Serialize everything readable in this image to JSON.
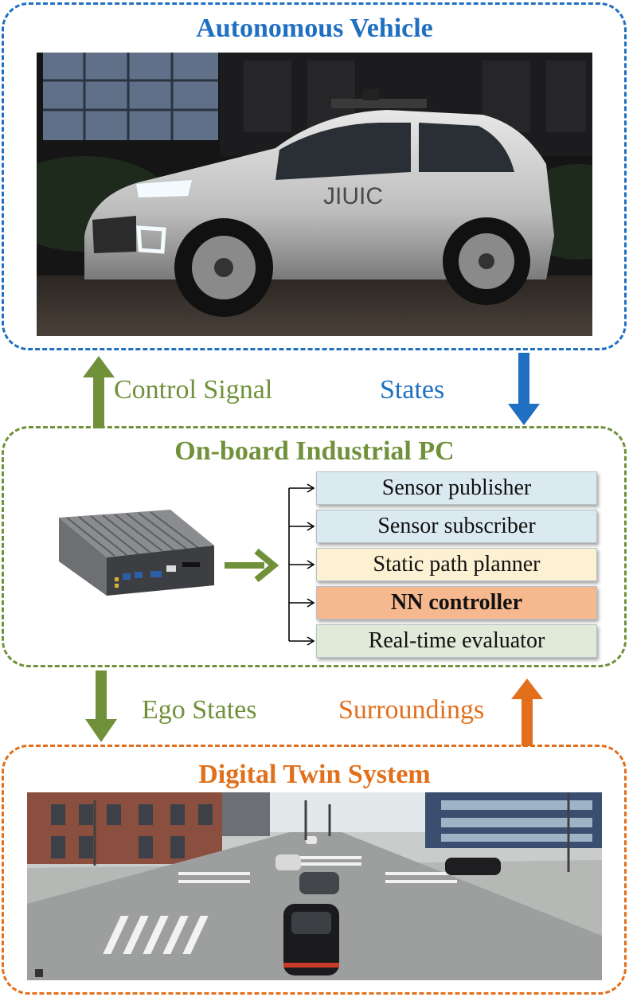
{
  "sections": {
    "vehicle": {
      "title": "Autonomous Vehicle",
      "color": "#1f6fc2"
    },
    "pc": {
      "title": "On-board Industrial PC",
      "color": "#70913a"
    },
    "twin": {
      "title": "Digital Twin System",
      "color": "#e16f1b"
    }
  },
  "flows": {
    "control_signal": "Control Signal",
    "states": "States",
    "ego_states": "Ego States",
    "surroundings": "Surroundings"
  },
  "modules": [
    {
      "label": "Sensor publisher",
      "color": "#dbe9f1"
    },
    {
      "label": "Sensor subscriber",
      "color": "#dbe9f1"
    },
    {
      "label": "Static path planner",
      "color": "#fdf1d3"
    },
    {
      "label": "NN controller",
      "color": "#f5b88f"
    },
    {
      "label": "Real-time evaluator",
      "color": "#e1e9d8"
    }
  ],
  "images": {
    "vehicle_photo": "photo of white autonomous SUV at night",
    "pc_photo": "fanless industrial PC box",
    "twin_photo": "simulated intersection with cars and buildings"
  },
  "icons": {
    "up_arrow": "up-arrow-icon",
    "down_arrow": "down-arrow-icon",
    "right_arrow": "right-arrow-icon"
  }
}
